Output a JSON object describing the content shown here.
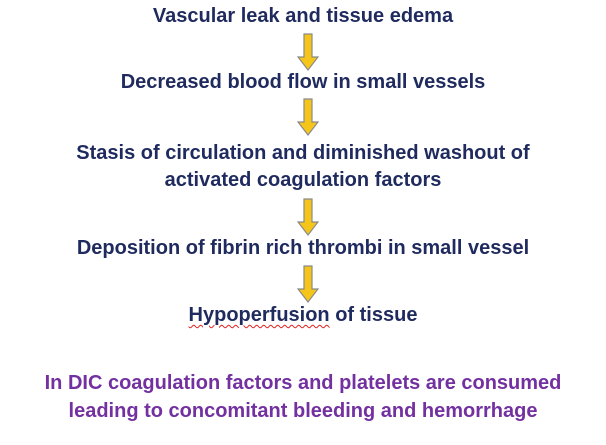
{
  "flow": {
    "steps": [
      {
        "lines": [
          "Vascular leak and tissue edema"
        ]
      },
      {
        "lines": [
          "Decreased blood flow in small vessels"
        ]
      },
      {
        "lines": [
          "Stasis of circulation and diminished washout of",
          "activated coagulation factors"
        ]
      },
      {
        "lines": [
          "Deposition of fibrin rich thrombi in small vessel"
        ]
      },
      {
        "misspelled_word": "Hypoperfusion",
        "rest": " of tissue"
      }
    ],
    "arrow_fill": "#f5c51a",
    "arrow_stroke": "#8a8a8a",
    "text_color": "#1f2a5e"
  },
  "conclusion": {
    "lines": [
      "In DIC coagulation factors and platelets are consumed",
      "leading to concomitant bleeding and hemorrhage"
    ],
    "color": "#7330a0"
  },
  "icons": {
    "arrow": "down-arrow-icon",
    "spellcheck": "spellcheck-underline"
  }
}
